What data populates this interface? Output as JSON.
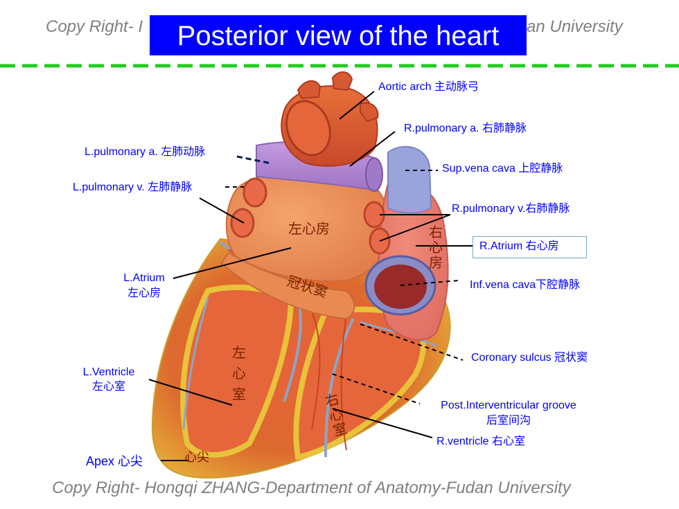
{
  "title": "Posterior view of the heart",
  "copyright_top": "Copy Right- Hongqi ZHANG-Department of Anatomy-Fudan University",
  "copyright_top_left_visible": "Copy Right- I",
  "copyright_top_right_visible": "an University",
  "copyright_bottom": "Copy Right- Hongqi ZHANG-Department of Anatomy-Fudan University",
  "colors": {
    "title_bg": "#0000ff",
    "title_text": "#ffffff",
    "divider": "#22cc22",
    "label_text": "#0000ff",
    "copyright_text": "#7f7f7f",
    "atrium_box_border": "#6fa6c7"
  },
  "labels": {
    "aortic_arch": "Aortic arch 主动脉弓",
    "r_pulmonary_a": "R.pulmonary a. 右肺静脉",
    "l_pulmonary_a": "L.pulmonary a. 左肺动脉",
    "sup_vena_cava": "Sup.vena cava 上腔静脉",
    "l_pulmonary_v": "L.pulmonary v. 左肺静脉",
    "r_pulmonary_v": "R.pulmonary v.右肺静脉",
    "r_atrium": "R.Atrium 右心房",
    "l_atrium_en": "L.Atrium",
    "l_atrium_cn": "左心房",
    "inf_vena_cava": "Inf.vena cava下腔静脉",
    "coronary_sulcus": "Coronary sulcus 冠状窦",
    "l_ventricle_en": "L.Ventricle",
    "l_ventricle_cn": "左心室",
    "post_groove_en": "Post.Interventricular groove",
    "post_groove_cn": "后室间沟",
    "r_ventricle": "R.ventricle 右心室",
    "apex": "Apex 心尖"
  },
  "heart_text": {
    "left_atrium": "左心房",
    "right_atrium": "右心房",
    "coronary_sinus": "冠状窦",
    "left_ventricle": "左心室",
    "right_ventricle": "右心室",
    "apex": "心尖"
  }
}
